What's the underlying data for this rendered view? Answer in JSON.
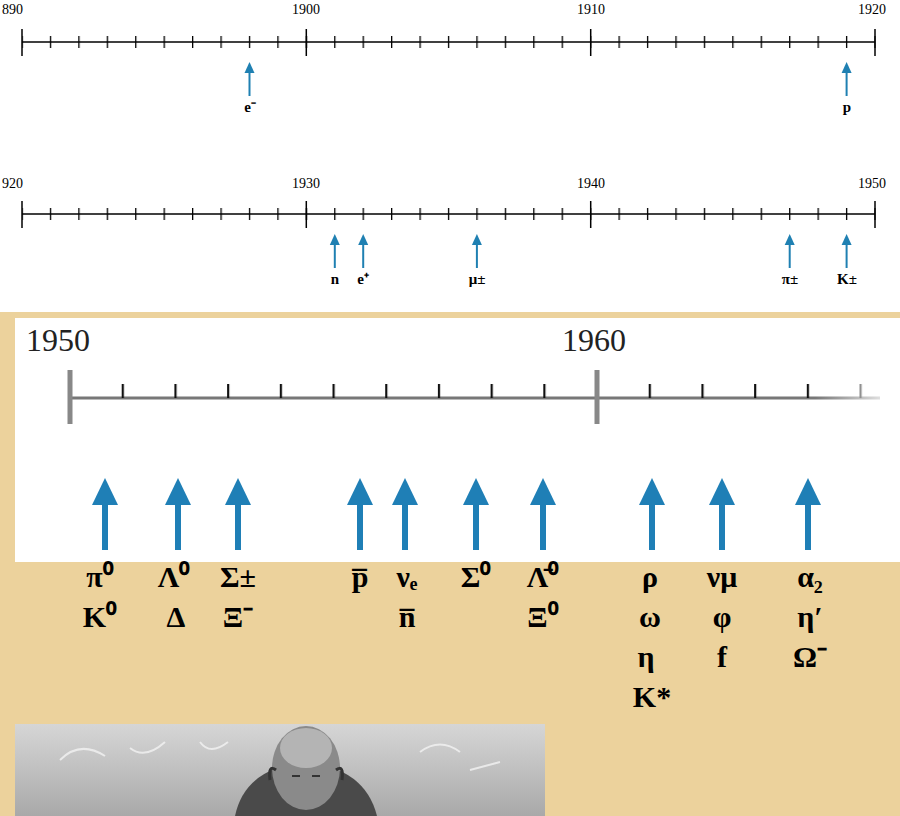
{
  "diagram": {
    "labels": [
      "890",
      "1900",
      "1910",
      "1920",
      "e⁻",
      "p",
      "920",
      "1930",
      "1940",
      "1950",
      "n",
      "e⁺",
      "μ±",
      "π±",
      "K±",
      "1950",
      "1960",
      "π⁰",
      "Λ⁰",
      "Σ±",
      "p̅",
      "νₑ",
      "Σ⁰",
      "Λ̄⁰",
      "ρ",
      "νμ",
      "α₂",
      "K⁰",
      "Δ",
      "Ξ⁻",
      "n̅",
      "Ξ⁰",
      "ω",
      "φ",
      "η′",
      "η",
      "f",
      "Ω⁻",
      "K*"
    ]
  }
}
